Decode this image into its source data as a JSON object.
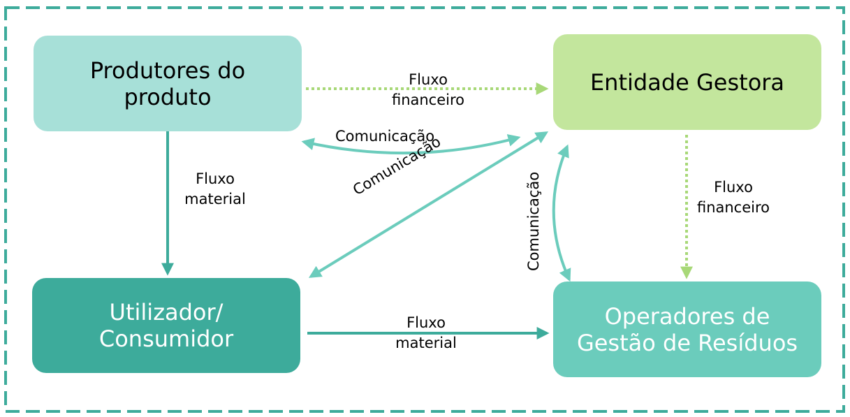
{
  "diagram": {
    "nodes": {
      "producers": {
        "label_line1": "Produtores do",
        "label_line2": "produto",
        "fill": "#a7e0d8",
        "text_color": "#000000"
      },
      "managing_entity": {
        "label": "Entidade Gestora",
        "fill": "#c3e69d",
        "text_color": "#000000"
      },
      "consumer": {
        "label_line1": "Utilizador/",
        "label_line2": "Consumidor",
        "fill": "#3dab9b",
        "text_color": "#ffffff"
      },
      "waste_operators": {
        "label_line1": "Operadores de",
        "label_line2": "Gestão de Resíduos",
        "fill": "#6bccbc",
        "text_color": "#ffffff"
      }
    },
    "edges": {
      "producers_to_entity": {
        "label_line1": "Fluxo",
        "label_line2": "financeiro",
        "style": "dotted",
        "color": "#a8d878"
      },
      "producers_to_consumer": {
        "label_line1": "Fluxo",
        "label_line2": "material",
        "style": "solid",
        "color": "#3dab9b"
      },
      "consumer_to_operators": {
        "label_line1": "Fluxo",
        "label_line2": "material",
        "style": "solid",
        "color": "#3dab9b"
      },
      "entity_to_operators": {
        "label_line1": "Fluxo",
        "label_line2": "financeiro",
        "style": "dotted",
        "color": "#a8d878"
      },
      "producers_entity_comm": {
        "label": "Comunicação",
        "style": "bidirectional-curve",
        "color": "#6bccbc"
      },
      "consumer_entity_comm": {
        "label": "Comunicação",
        "style": "bidirectional",
        "color": "#6bccbc"
      },
      "entity_operators_comm": {
        "label": "Comunicação",
        "style": "bidirectional-curve",
        "color": "#6bccbc"
      }
    },
    "border_color": "#3dab9b"
  }
}
